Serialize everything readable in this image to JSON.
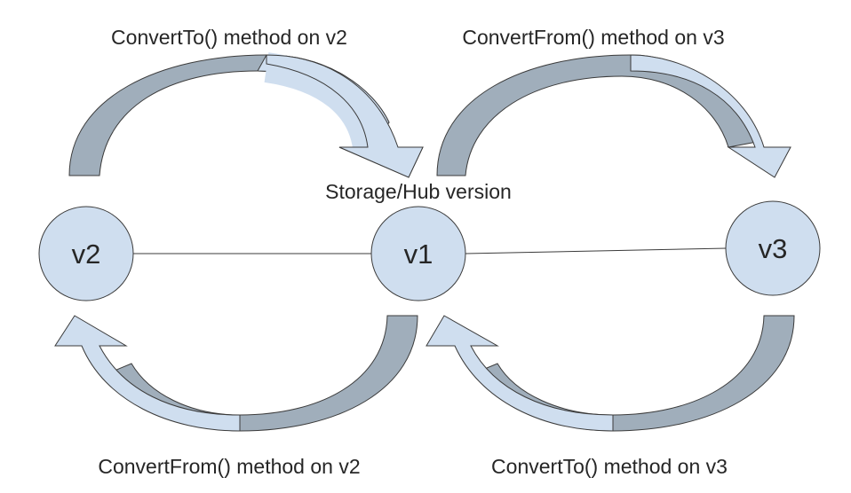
{
  "labels": {
    "top_left": "ConvertTo() method on v2",
    "top_right": "ConvertFrom() method on v3",
    "bottom_left": "ConvertFrom() method on v2",
    "bottom_right": "ConvertTo() method on v3",
    "hub": "Storage/Hub version"
  },
  "nodes": {
    "v2": "v2",
    "v1": "v1",
    "v3": "v3"
  },
  "colors": {
    "node_fill": "#cfdeef",
    "node_stroke": "#3b3b3b",
    "arrow_light": "#cfdeef",
    "arrow_dark": "#a0aebb",
    "arrow_stroke": "#3b3b3b",
    "text": "#262626",
    "connector": "#3b3b3b"
  }
}
